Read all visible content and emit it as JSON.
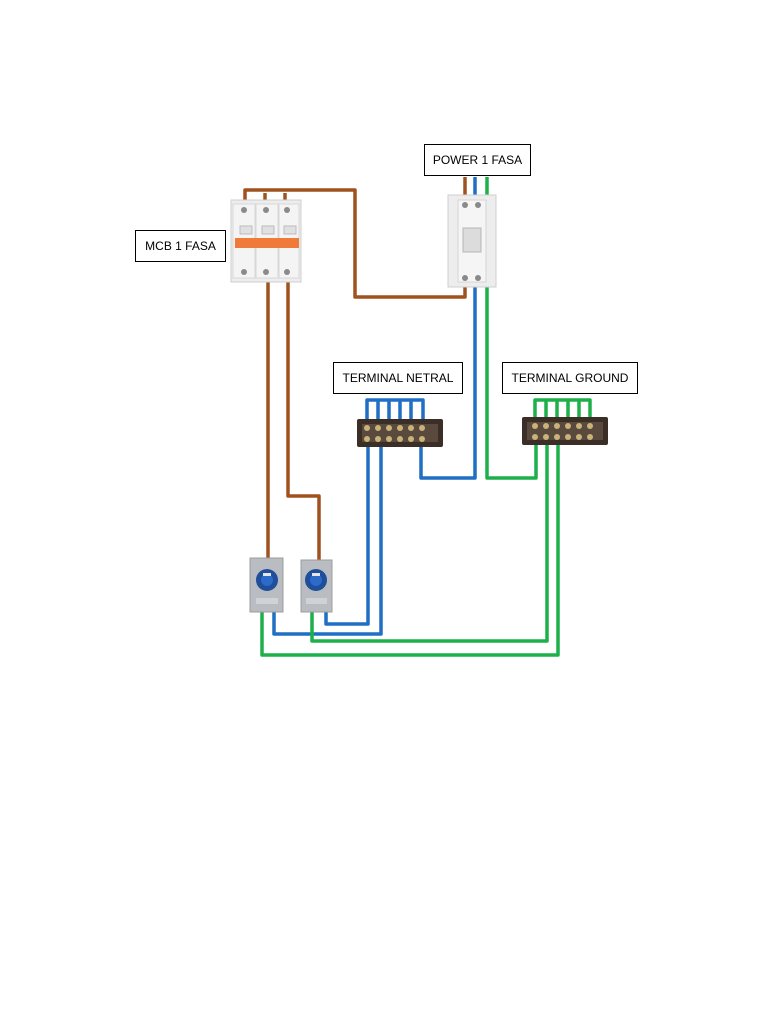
{
  "labels": {
    "power": "POWER 1 FASA",
    "mcb": "MCB 1 FASA",
    "terminal_netral": "TERMINAL NETRAL",
    "terminal_ground": "TERMINAL GROUND"
  },
  "colors": {
    "phase_wire": "#A0521E",
    "neutral_wire": "#1F6FC4",
    "ground_wire": "#1DB04A",
    "breaker_body": "#EDEDED",
    "breaker_handle": "#F07A3A",
    "terminal_bar": "#3A2E26",
    "socket_face": "#1F4E9A"
  },
  "components": [
    {
      "id": "power-1-fasa",
      "kind": "single-pole-breaker",
      "icon": "breaker-icon"
    },
    {
      "id": "mcb-1-fasa",
      "kind": "triple-pole-breaker",
      "icon": "breaker-icon"
    },
    {
      "id": "terminal-netral",
      "kind": "terminal-block",
      "icon": "terminal-block-icon"
    },
    {
      "id": "terminal-ground",
      "kind": "terminal-block",
      "icon": "terminal-block-icon"
    },
    {
      "id": "socket-1",
      "kind": "wall-socket",
      "icon": "socket-icon"
    },
    {
      "id": "socket-2",
      "kind": "wall-socket",
      "icon": "socket-icon"
    }
  ]
}
